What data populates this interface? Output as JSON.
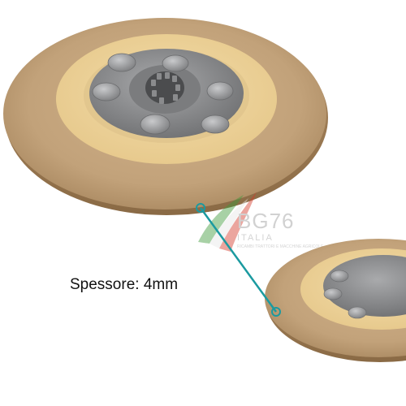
{
  "product": {
    "thickness_label": "Spessore: 4mm"
  },
  "watermark": {
    "brand": "BG76",
    "country": "ITALIA",
    "tagline": "RICAMBI TRATTORI E MACCHINE AGRICOLE"
  },
  "colors": {
    "friction_lining": "#c4a47c",
    "inner_ring": "#eed39a",
    "steel_hub": "#8e8f91",
    "rivet": "#9a9c9e",
    "callout_line": "#1b9aa0",
    "text": "#111111",
    "flag_green": "#3e9a3a",
    "flag_red": "#d43a2a"
  }
}
